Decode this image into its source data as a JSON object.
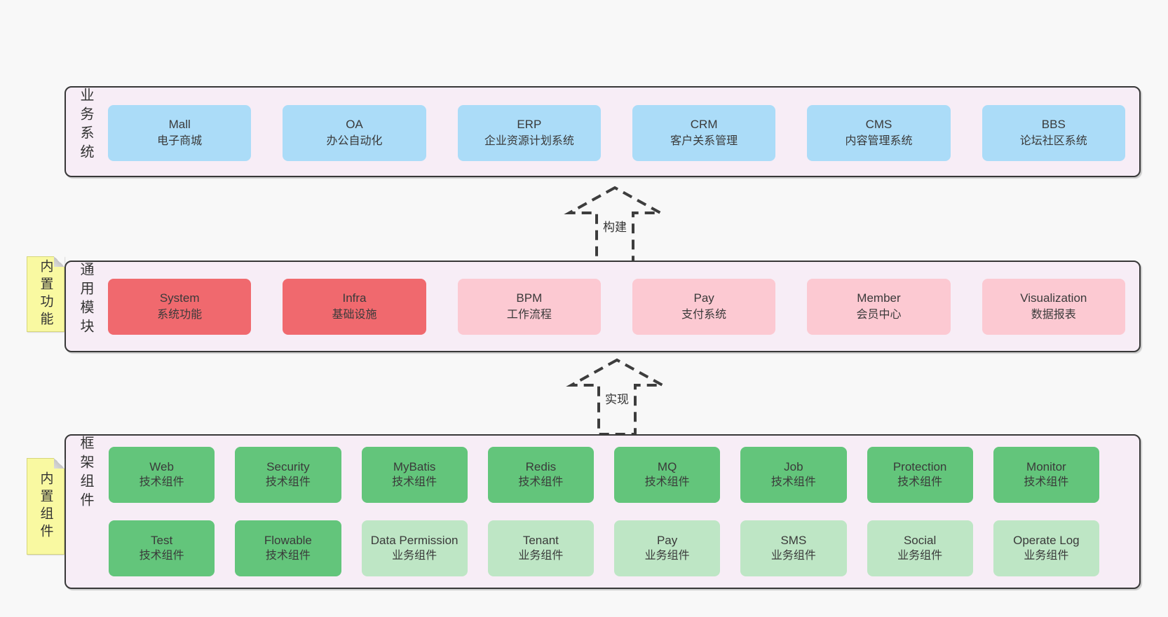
{
  "palette": {
    "page_bg": "#f8f8f8",
    "band_bg": "#f7edf6",
    "band_border": "#383838",
    "blue": "#abdcf8",
    "red": "#f0696e",
    "pink": "#fcc9d2",
    "green": "#63c57b",
    "green_light": "#bee6c5",
    "sticky_yellow": "#f9f9a1",
    "arrow_dash": "#3d3d3d"
  },
  "arrows": [
    {
      "label": "构建"
    },
    {
      "label": "实现"
    }
  ],
  "bands": {
    "business": {
      "side_label": "业务系统",
      "boxes": [
        {
          "name": "Mall",
          "desc": "电子商城",
          "color": "blue"
        },
        {
          "name": "OA",
          "desc": "办公自动化",
          "color": "blue"
        },
        {
          "name": "ERP",
          "desc": "企业资源计划系统",
          "color": "blue"
        },
        {
          "name": "CRM",
          "desc": "客户关系管理",
          "color": "blue"
        },
        {
          "name": "CMS",
          "desc": "内容管理系统",
          "color": "blue"
        },
        {
          "name": "BBS",
          "desc": "论坛社区系统",
          "color": "blue"
        }
      ]
    },
    "modules": {
      "side_label": "通用模块",
      "sticky_note": "内置功能",
      "boxes": [
        {
          "name": "System",
          "desc": "系统功能",
          "color": "red"
        },
        {
          "name": "Infra",
          "desc": "基础设施",
          "color": "red"
        },
        {
          "name": "BPM",
          "desc": "工作流程",
          "color": "pink"
        },
        {
          "name": "Pay",
          "desc": "支付系统",
          "color": "pink"
        },
        {
          "name": "Member",
          "desc": "会员中心",
          "color": "pink"
        },
        {
          "name": "Visualization",
          "desc": "数据报表",
          "color": "pink"
        }
      ]
    },
    "components": {
      "side_label": "框架组件",
      "sticky_note": "内置组件",
      "row1": [
        {
          "name": "Web",
          "desc": "技术组件",
          "color": "green"
        },
        {
          "name": "Security",
          "desc": "技术组件",
          "color": "green"
        },
        {
          "name": "MyBatis",
          "desc": "技术组件",
          "color": "green"
        },
        {
          "name": "Redis",
          "desc": "技术组件",
          "color": "green"
        },
        {
          "name": "MQ",
          "desc": "技术组件",
          "color": "green"
        },
        {
          "name": "Job",
          "desc": "技术组件",
          "color": "green"
        },
        {
          "name": "Protection",
          "desc": "技术组件",
          "color": "green"
        },
        {
          "name": "Monitor",
          "desc": "技术组件",
          "color": "green"
        }
      ],
      "row2": [
        {
          "name": "Test",
          "desc": "技术组件",
          "color": "green"
        },
        {
          "name": "Flowable",
          "desc": "技术组件",
          "color": "green"
        },
        {
          "name": "Data Permission",
          "desc": "业务组件",
          "color": "green-light"
        },
        {
          "name": "Tenant",
          "desc": "业务组件",
          "color": "green-light"
        },
        {
          "name": "Pay",
          "desc": "业务组件",
          "color": "green-light"
        },
        {
          "name": "SMS",
          "desc": "业务组件",
          "color": "green-light"
        },
        {
          "name": "Social",
          "desc": "业务组件",
          "color": "green-light"
        },
        {
          "name": "Operate Log",
          "desc": "业务组件",
          "color": "green-light"
        }
      ]
    }
  }
}
